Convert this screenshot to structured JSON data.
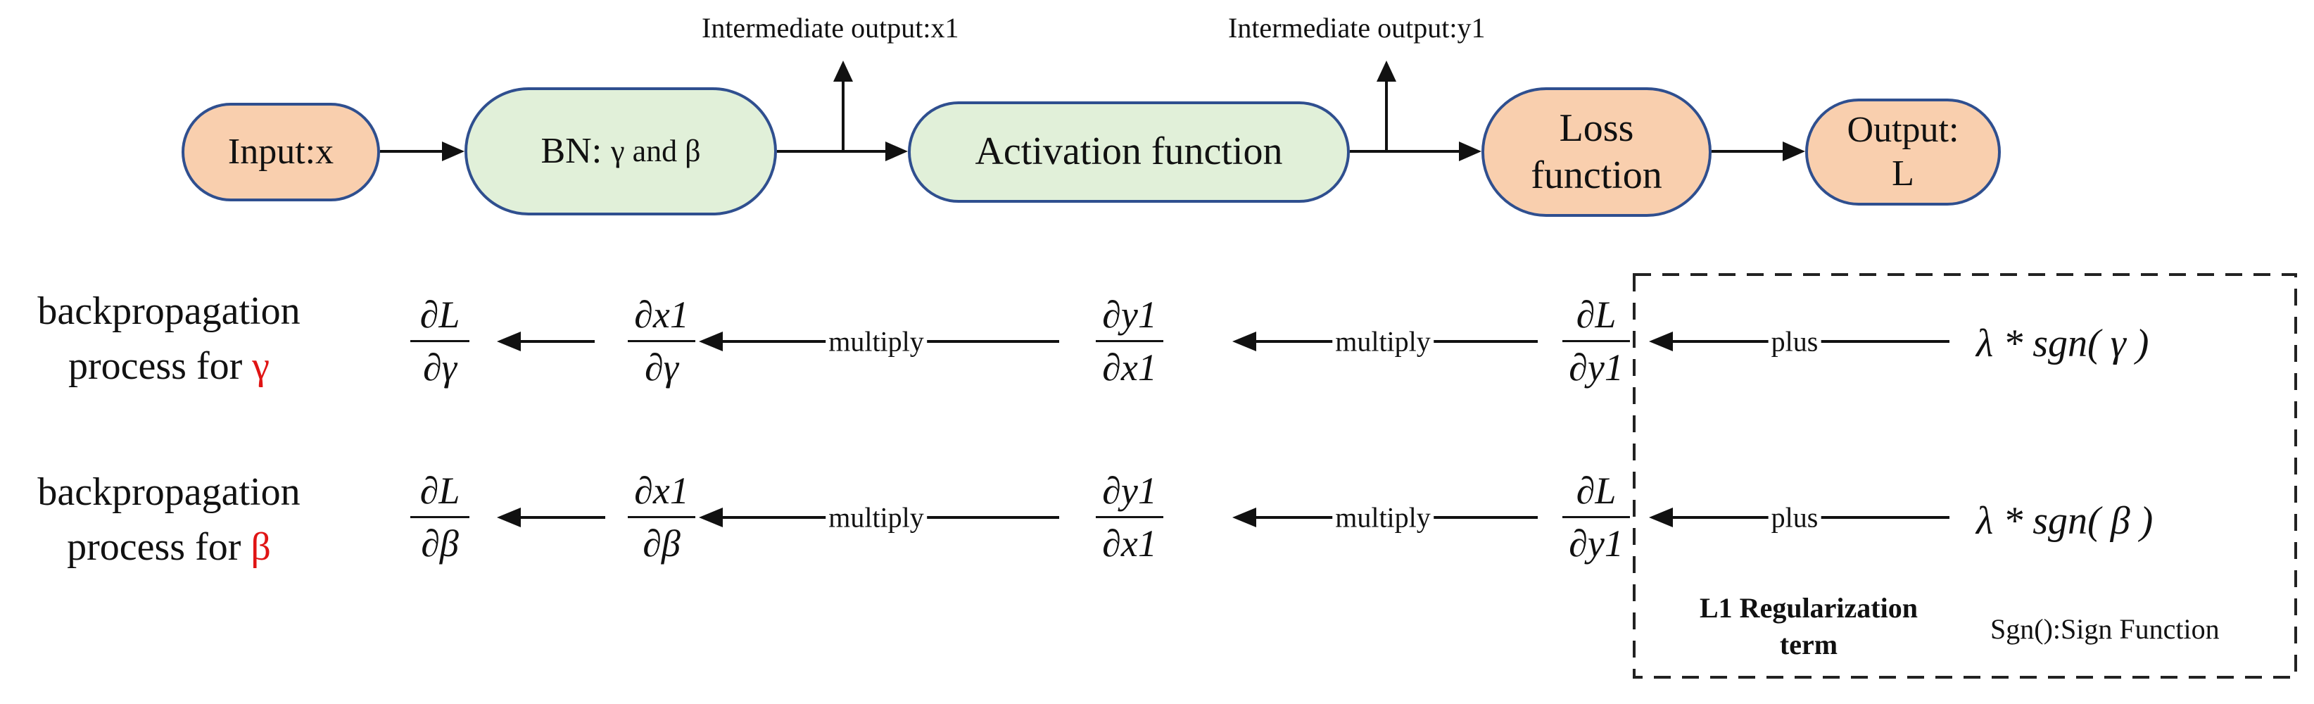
{
  "flow": {
    "nodes": [
      {
        "id": "input",
        "label": "Input:x",
        "color": "#f9cfae"
      },
      {
        "id": "bn",
        "label_prefix": "BN: ",
        "label_suffix": "γ and β",
        "color": "#e1f0d9"
      },
      {
        "id": "activation",
        "label": "Activation function",
        "color": "#e1f0d9"
      },
      {
        "id": "loss",
        "label_line1": "Loss",
        "label_line2": "function",
        "color": "#f9cfae"
      },
      {
        "id": "output",
        "label_line1": "Output:",
        "label_line2": "L",
        "color": "#f9cfae"
      }
    ],
    "intermediate_x1": "Intermediate output:x1",
    "intermediate_y1": "Intermediate output:y1"
  },
  "rows": [
    {
      "label_line1": "backpropagation",
      "label_line2_prefix": "process for ",
      "variable": "γ",
      "terms": [
        {
          "num": "∂L",
          "den": "∂γ"
        },
        {
          "num": "∂x1",
          "den": "∂γ"
        },
        {
          "num": "∂y1",
          "den": "∂x1"
        },
        {
          "num": "∂L",
          "den": "∂y1"
        }
      ],
      "op1": "multiply",
      "op2": "multiply",
      "op3": "plus",
      "reg_term": "λ * sgn( γ )"
    },
    {
      "label_line1": "backpropagation",
      "label_line2_prefix": "process for ",
      "variable": "β",
      "terms": [
        {
          "num": "∂L",
          "den": "∂β"
        },
        {
          "num": "∂x1",
          "den": "∂β"
        },
        {
          "num": "∂y1",
          "den": "∂x1"
        },
        {
          "num": "∂L",
          "den": "∂y1"
        }
      ],
      "op1": "multiply",
      "op2": "multiply",
      "op3": "plus",
      "reg_term": "λ * sgn( β )"
    }
  ],
  "regularization": {
    "title_line1": "L1 Regularization",
    "title_line2": "term",
    "note": "Sgn():Sign Function"
  },
  "colors": {
    "node_border": "#2f4f8f",
    "orange_fill": "#f9cfae",
    "green_fill": "#e1f0d9",
    "highlight": "#e01414"
  }
}
